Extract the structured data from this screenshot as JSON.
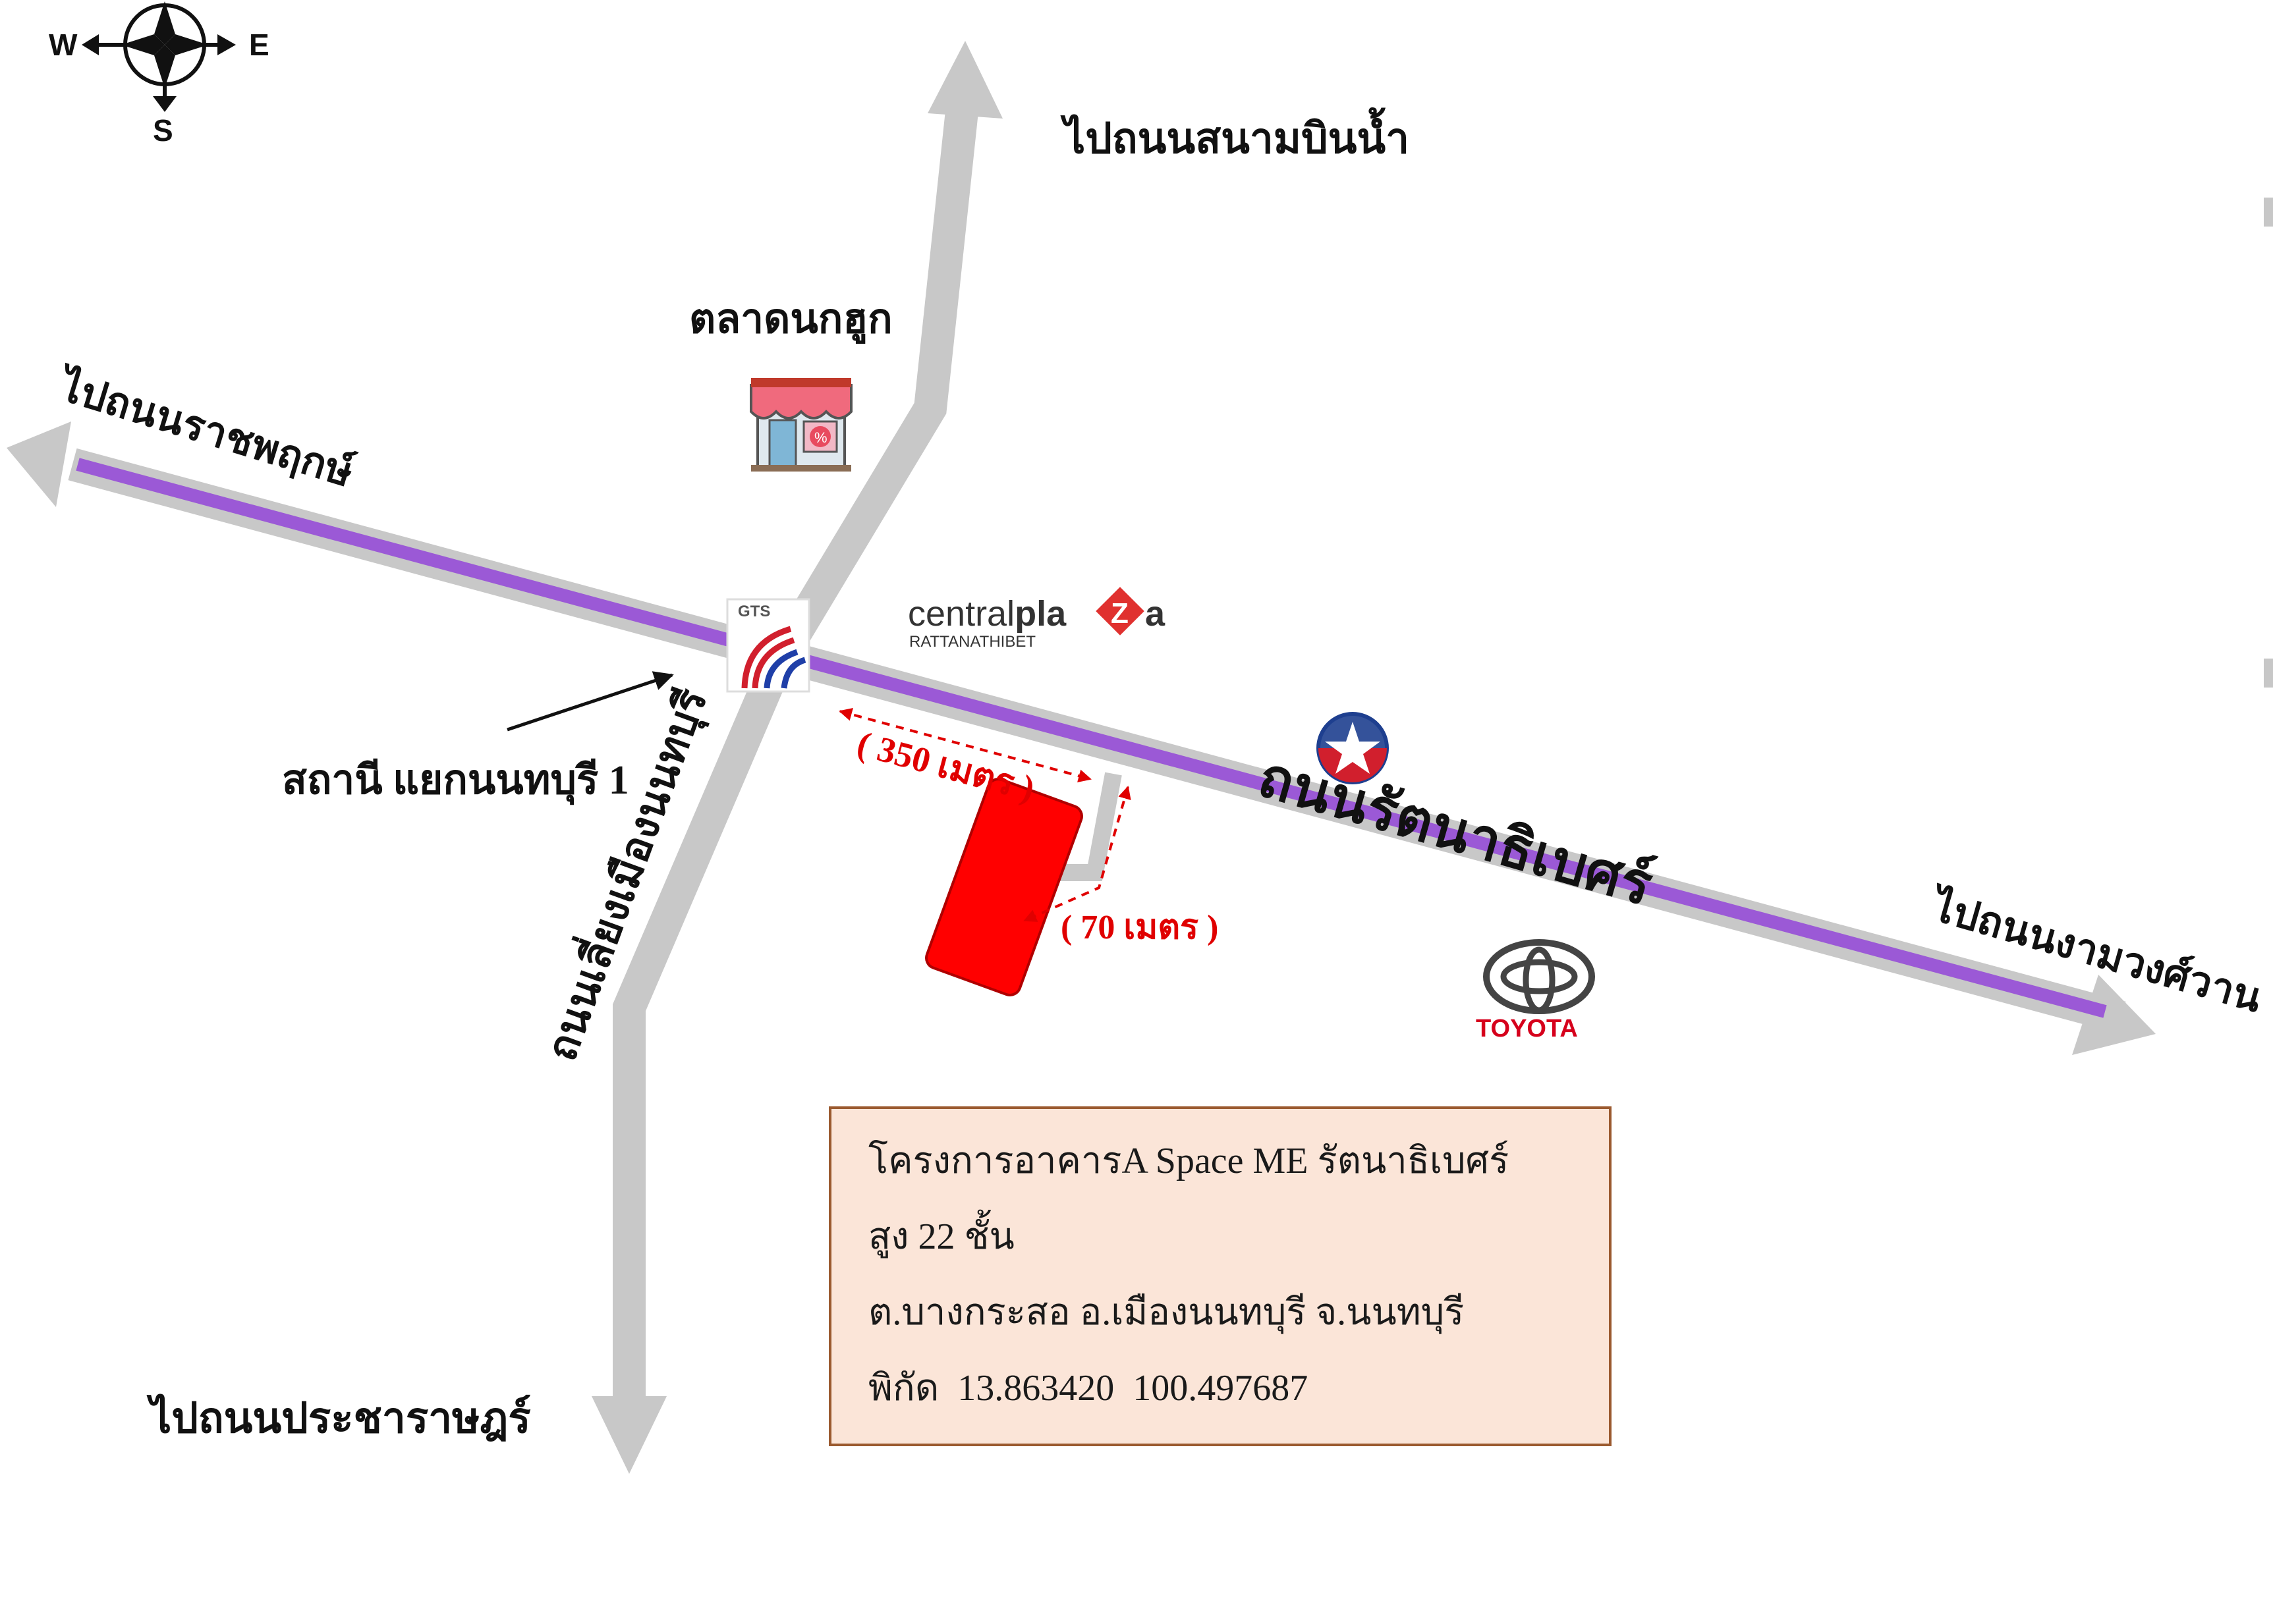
{
  "compass": {
    "west": "W",
    "east": "E",
    "south": "S"
  },
  "labels": {
    "to_sanambinnam": "ไปถนนสนามบินน้ำ",
    "market": "ตลาดนกฮูก",
    "to_ratchaphruek": "ไปถนนราชพฤกษ์",
    "station": "สถานี แยกนนทบุรี 1",
    "muangnon_road": "ถนนเลี่ยงเมืองนนทบุรี",
    "rattanathibet_road": "ถนนรัตนาธิเบศร์",
    "to_ngamwongwan": "ไปถนนงามวงศ์วาน",
    "to_pracharat": "ไปถนนประชาราษฎร์"
  },
  "distances": {
    "d350": "( 350 เมตร )",
    "d70": "( 70 เมตร )"
  },
  "landmarks": {
    "gts": "GTS",
    "central_light": "central",
    "central_bold_1": "pla",
    "central_z": "Z",
    "central_bold_2": "a",
    "central_sub": "RATTANATHIBET",
    "toyota": "TOYOTA"
  },
  "info": {
    "line1": "โครงการอาคารA Space ME รัตนาธิเบศร์",
    "line2": "สูง 22 ชั้น",
    "line3": "ต.บางกระสอ อ.เมืองนนทบุรี จ.นนทบุรี",
    "line4": "พิกัด  13.863420  100.497687"
  },
  "colors": {
    "road": "#c8c8c8",
    "bts_line": "#9b59d6",
    "building": "#ff0000",
    "box_fill": "#fbe5d8",
    "box_border": "#9b5a2f",
    "toyota_red": "#d6001c"
  },
  "icons": [
    "compass-icon",
    "market-shop-icon",
    "bts-logo-icon",
    "central-plaza-logo",
    "caltex-star-icon",
    "toyota-logo-icon"
  ]
}
